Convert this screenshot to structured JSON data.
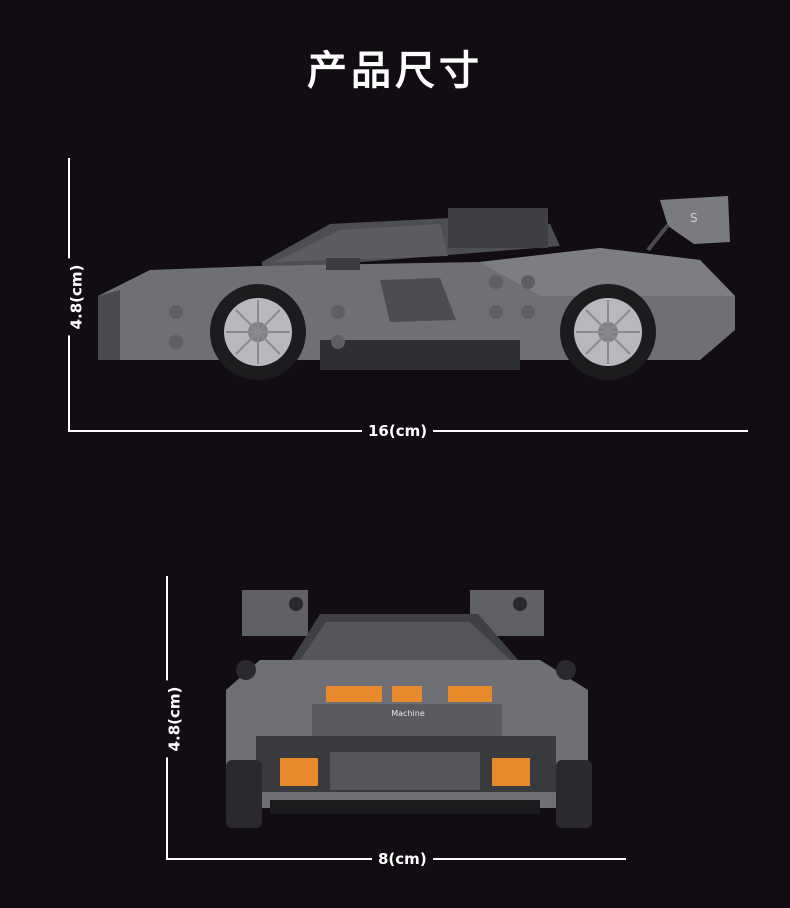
{
  "title": "产品尺寸",
  "side_view": {
    "height_label": "4.8(cm)",
    "length_label": "16(cm)"
  },
  "front_view": {
    "height_label": "4.8(cm)",
    "width_label": "8(cm)",
    "plate_text": "Machine"
  },
  "colors": {
    "background": "#120c13",
    "body": "#6f7076",
    "accent": "#e8892b",
    "line": "#ffffff"
  }
}
